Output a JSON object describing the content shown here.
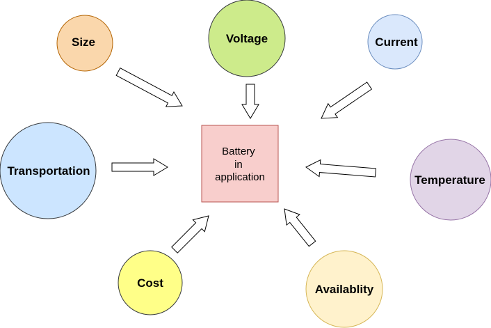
{
  "diagram": {
    "center": {
      "lines": [
        "Battery",
        "in",
        "application"
      ],
      "fill": "#f8cecc",
      "stroke": "#b85450"
    },
    "factors": {
      "size": {
        "label": "Size",
        "fill": "#fad7ac",
        "stroke": "#b46504"
      },
      "voltage": {
        "label": "Voltage",
        "fill": "#cdeb8b",
        "stroke": "#36393d"
      },
      "current": {
        "label": "Current",
        "fill": "#dae8fc",
        "stroke": "#6c8ebf"
      },
      "transportation": {
        "label": "Transportation",
        "fill": "#cce5ff",
        "stroke": "#36393d"
      },
      "temperature": {
        "label": "Temperature",
        "fill": "#e1d5e7",
        "stroke": "#9673a6"
      },
      "cost": {
        "label": "Cost",
        "fill": "#ffff88",
        "stroke": "#36393d"
      },
      "availability": {
        "label": "Availablity",
        "fill": "#fff2cc",
        "stroke": "#d6b656"
      }
    }
  }
}
